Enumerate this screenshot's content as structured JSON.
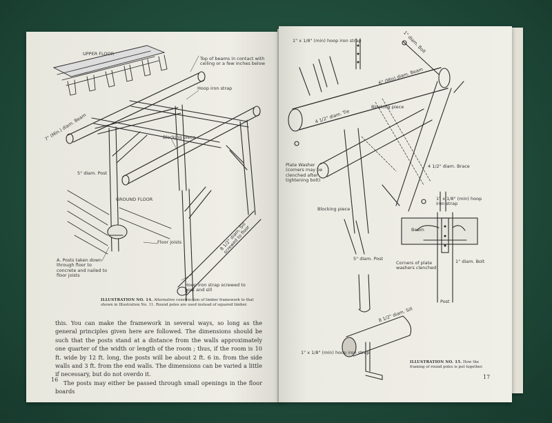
{
  "left_page": {
    "labels": {
      "upper_floor": "UPPER FLOOR",
      "top_of_beams": "Top of beams in contact with ceiling or a few inches below",
      "hoop_iron_strap_top": "Hoop iron strap",
      "blocking_piece": "Blocking piece",
      "beam": "7\" (Min.) diam. Beam",
      "post": "5\" diam. Post",
      "ground_floor": "GROUND FLOOR",
      "floor_joists": "Floor joists",
      "posts_taken": "A. Posts taken down through floor to concrete and nailed to floor joists",
      "sill": "8 1/2\" diam. Sill screwed to floor",
      "hoop_iron_strap_bottom": "Hoop iron strap screwed to post and sill"
    },
    "caption_title": "ILLUSTRATION NO. 14.",
    "caption_text": "Alternative construction of timber framework to that shown in Illustration No. 11. Round poles are used instead of squared timber.",
    "paragraphs": [
      "this. You can make the framework in several ways, so long as the general principles given here are followed. The dimensions should be such that the posts stand at a distance from the walls approximately one quarter of the width or length of the room ; thus, if the room is 10 ft. wide by 12 ft. long, the posts will be about 2 ft. 6 in. from the side walls and 3 ft. from the end walls. The dimensions can be varied a little if necessary, but do not overdo it.",
      "The posts may either be passed through small openings in the floor boards"
    ],
    "page_number": "16"
  },
  "right_page": {
    "labels": {
      "strap_top": "1\" x 1/8\" (min) hoop iron strap",
      "bolt_top": "1\" diam. Bolt",
      "beam": "6\" (Min) diam. Beam",
      "blocking_piece_top": "Blocking piece",
      "tie": "4 1/2\" diam. Tie",
      "plate_washer": "Plate Washer (corners may be clenched after tightening bolt)",
      "brace": "4 1/2\" diam. Brace",
      "blocking_piece_bottom": "Blocking piece",
      "post": "5\" diam. Post",
      "strap_right": "1\" x 1/8\" (min) hoop iron strap",
      "beam_detail": "Beam",
      "corners": "Corners of plate washers clenched",
      "bolt_detail": "1\" diam. Bolt",
      "post_detail": "Post",
      "sill": "8 1/2\" diam. Sill",
      "strap_bottom": "1\" x 1/8\" (min) hoop iron strap"
    },
    "caption_title": "ILLUSTRATION NO. 15.",
    "caption_text": "How the framing of round poles is put together.",
    "page_number": "17"
  }
}
